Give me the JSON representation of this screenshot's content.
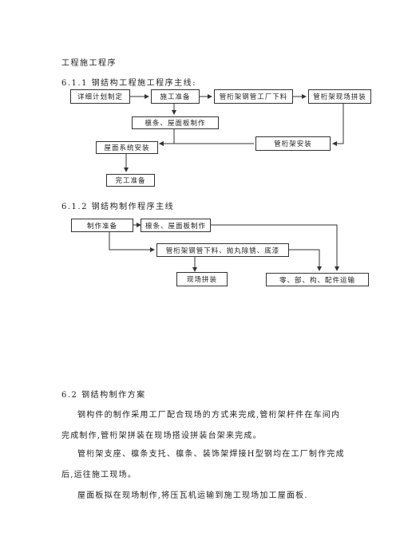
{
  "section_title": "工程施工程序",
  "s611_title": "6.1.1 钢结构工程施工程序主线:",
  "s612_title": "6.1.2 钢结构制作程序主线",
  "s62_title": "6.2 钢结构制作方案",
  "flow1": {
    "plan": "详细计划制定",
    "prep": "施工准备",
    "steel_cut": "管桁架钢管工厂下料",
    "site_assy": "管桁架现场拼装",
    "purlin": "檩条、屋面板制作",
    "truss_install": "管桁架安装",
    "roof_install": "屋面系统安装",
    "complete": "完工准备"
  },
  "flow2": {
    "prep": "制作准备",
    "purlin": "檩条、屋面板制作",
    "blast": "管桁架钢管下料、抛丸除锈、底漆",
    "site_assy": "现场拼装",
    "transport": "零、部、构、配件运输"
  },
  "paragraphs": [
    "钢构件的制作采用工厂配合现场的方式来完成,管桁架杆件在车间内完成制作,管桁架拼装在现场搭设拼装台架来完成。",
    "管桁架支座、檩条支托、檩条、装饰架焊接H型钢均在工厂制作完成后,运往施工现场。",
    "屋面板拟在现场制作,将压瓦机运输到施工现场加工屋面板."
  ]
}
